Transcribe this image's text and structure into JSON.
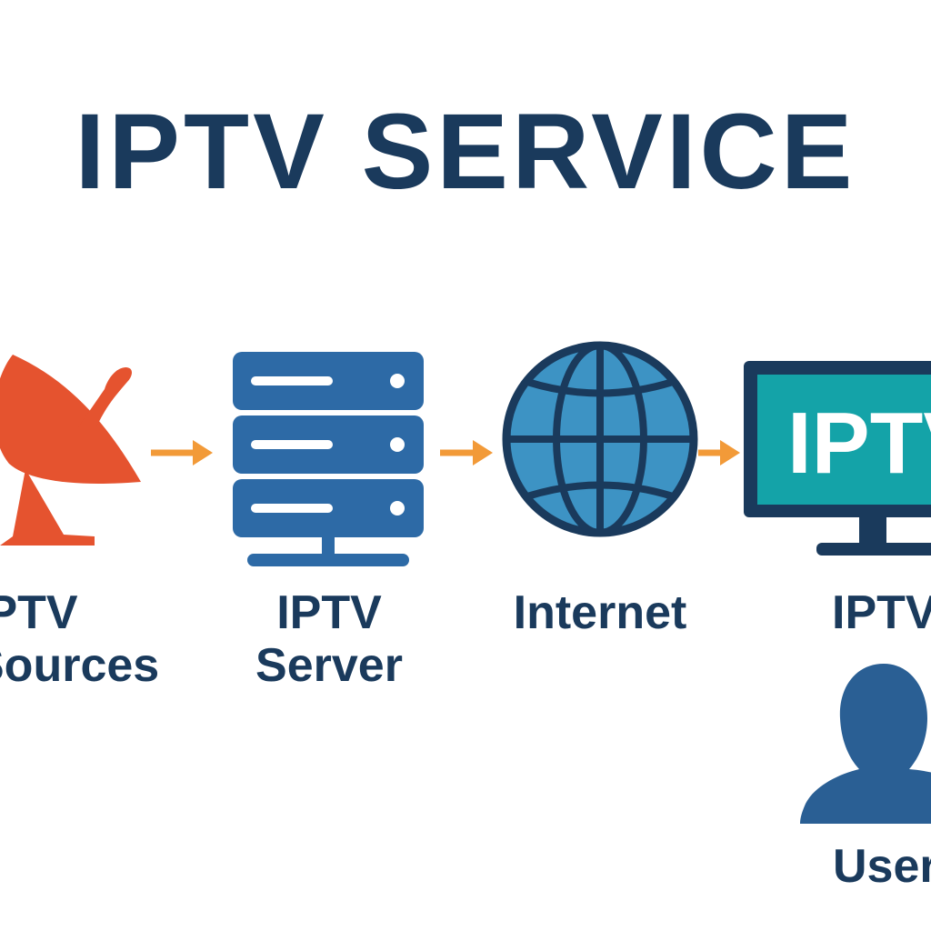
{
  "title": "IPTV SERVICE",
  "nodes": {
    "sources": {
      "line1": "IPTV",
      "line2": "Sources"
    },
    "server": {
      "line1": "IPTV",
      "line2": "Server"
    },
    "internet": {
      "line1": "Internet"
    },
    "tv": {
      "line1": "IPTV",
      "screen_text": "IPTV"
    },
    "user": {
      "line1": "User"
    }
  },
  "colors": {
    "navy": "#1a3a5c",
    "server_blue": "#2d6aa6",
    "globe_blue": "#3d93c4",
    "screen_teal": "#14a3a8",
    "dish_red": "#e5532f",
    "arrow_orange": "#f29a38",
    "user_blue": "#2a5f94"
  },
  "icons": [
    "satellite-dish-icon",
    "server-icon",
    "globe-icon",
    "tv-icon",
    "user-icon"
  ]
}
